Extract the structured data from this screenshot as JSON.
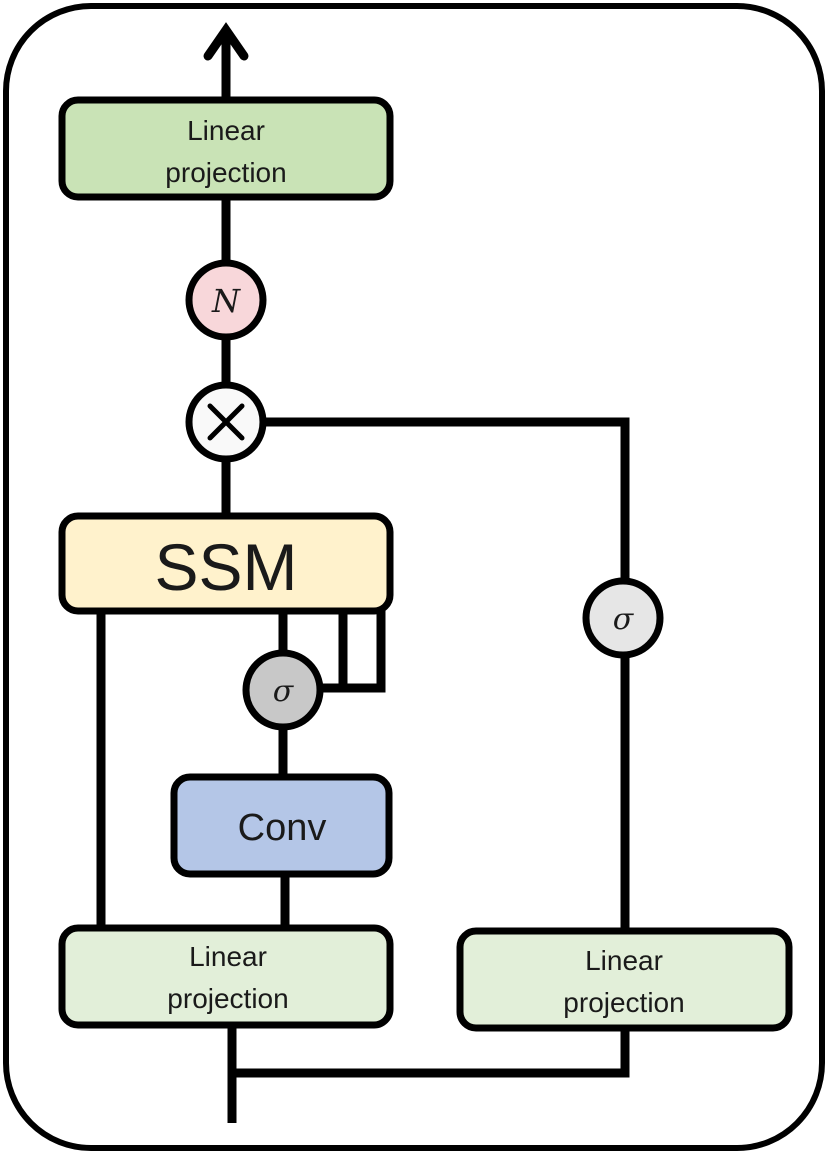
{
  "diagram": {
    "title": "Mamba block",
    "colors": {
      "stroke": "#000000",
      "background": "#ffffff",
      "linear_top": "#c9e3b6",
      "linear_bottom": "#e2efd9",
      "ssm": "#fff2cc",
      "conv": "#b4c6e7",
      "norm": "#f8d7da",
      "multiply": "#f9f9f9",
      "sigma_gated": "#c8c8c8",
      "sigma_branch": "#e6e6e6"
    },
    "nodes": {
      "output_proj": {
        "line1": "Linear",
        "line2": "projection"
      },
      "norm": {
        "symbol": "N"
      },
      "multiply": {
        "symbol": "×"
      },
      "ssm": {
        "label": "SSM"
      },
      "sigma_inner": {
        "symbol": "σ"
      },
      "conv": {
        "label": "Conv"
      },
      "input_proj_left": {
        "line1": "Linear",
        "line2": "projection"
      },
      "input_proj_right": {
        "line1": "Linear",
        "line2": "projection"
      },
      "sigma_gate": {
        "symbol": "σ"
      }
    }
  }
}
